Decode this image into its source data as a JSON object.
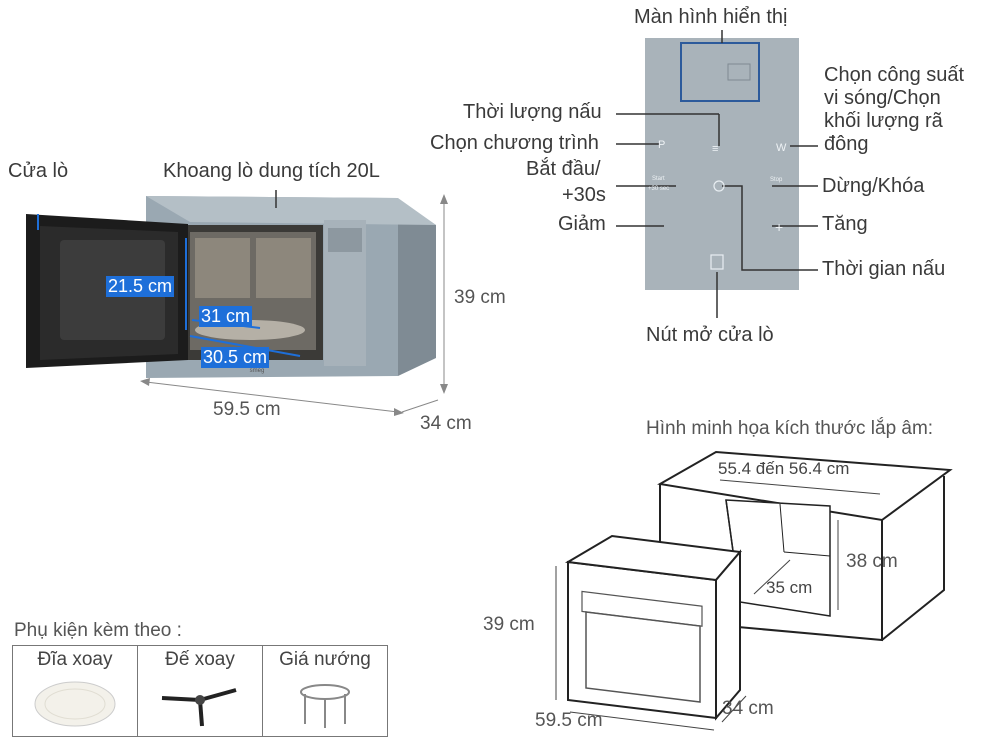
{
  "microwave": {
    "door_label": "Cửa lò",
    "cavity_label": "Khoang lò dung tích 20L",
    "height_inner": "21.5 cm",
    "depth_inner": "31 cm",
    "width_inner": "30.5 cm",
    "height": "39 cm",
    "width": "59.5 cm",
    "depth": "34 cm",
    "brand": "smeg"
  },
  "panel": {
    "display": "Màn hình hiển thị",
    "power": "Chọn công suất vi sóng/Chọn khối lượng rã đông",
    "cook_time_amount": "Thời lượng nấu",
    "program": "Chọn chương trình",
    "start_line1": "Bắt đầu/",
    "start_line2": "+30s",
    "stop": "Dừng/Khóa",
    "decrease": "Giảm",
    "increase": "Tăng",
    "cook_time": "Thời gian nấu",
    "door_button": "Nút mở cửa lò",
    "start_key": "Start",
    "start_key_sub": "+30 sec",
    "stop_key": "Stop"
  },
  "installation": {
    "title": "Hình minh họa kích thước lắp âm:",
    "niche_width": "55.4 đến 56.4 cm",
    "niche_height": "38 cm",
    "niche_depth": "35 cm",
    "oven_height": "39 cm",
    "oven_width": "59.5 cm",
    "oven_depth": "34 cm"
  },
  "accessories": {
    "title": "Phụ kiện kèm theo :",
    "items": [
      "Đĩa xoay",
      "Đế xoay",
      "Giá nướng"
    ]
  },
  "colors": {
    "accent_blue": "#1e6fd9",
    "panel_grey": "#a9b3ba",
    "body_grey": "#98a6b0"
  }
}
